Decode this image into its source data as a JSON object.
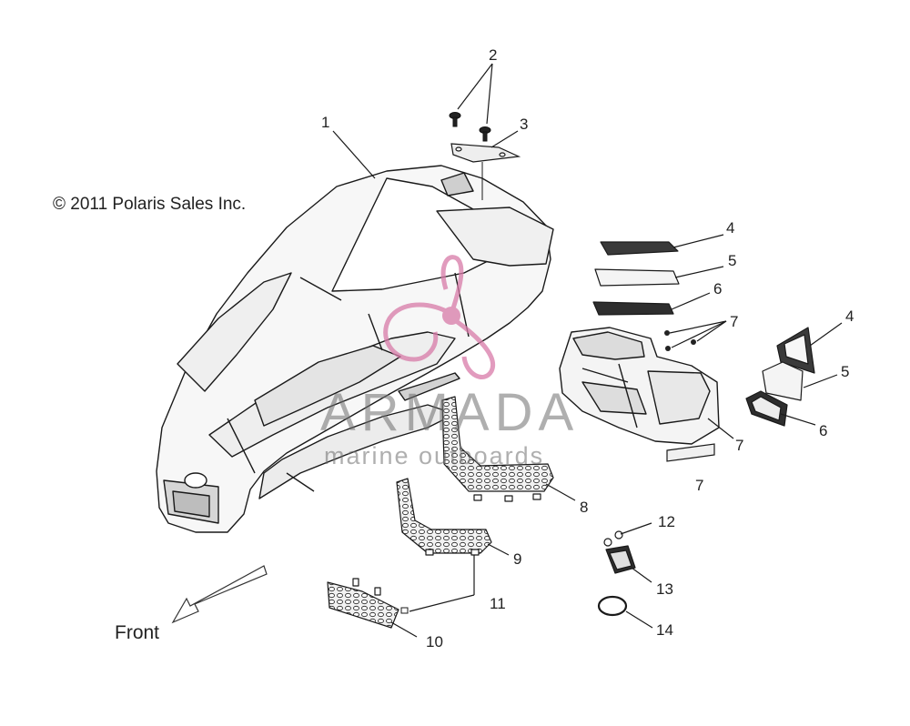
{
  "copyright": "© 2011 Polaris Sales Inc.",
  "front_label": "Front",
  "watermark": {
    "brand": "ARMADA",
    "tagline": "marine outboards",
    "logo_color": "#d87aa8"
  },
  "callouts": {
    "c1": "1",
    "c2": "2",
    "c3": "3",
    "c4a": "4",
    "c5a": "5",
    "c6a": "6",
    "c7a": "7",
    "c4b": "4",
    "c5b": "5",
    "c6b": "6",
    "c7b": "7",
    "c7c": "7",
    "c8": "8",
    "c9": "9",
    "c10": "10",
    "c11": "11",
    "c12": "12",
    "c13": "13",
    "c14": "14"
  },
  "colors": {
    "line": "#1a1a1a",
    "part_fill": "#f7f7f7",
    "part_shade": "#d0d0d0"
  }
}
